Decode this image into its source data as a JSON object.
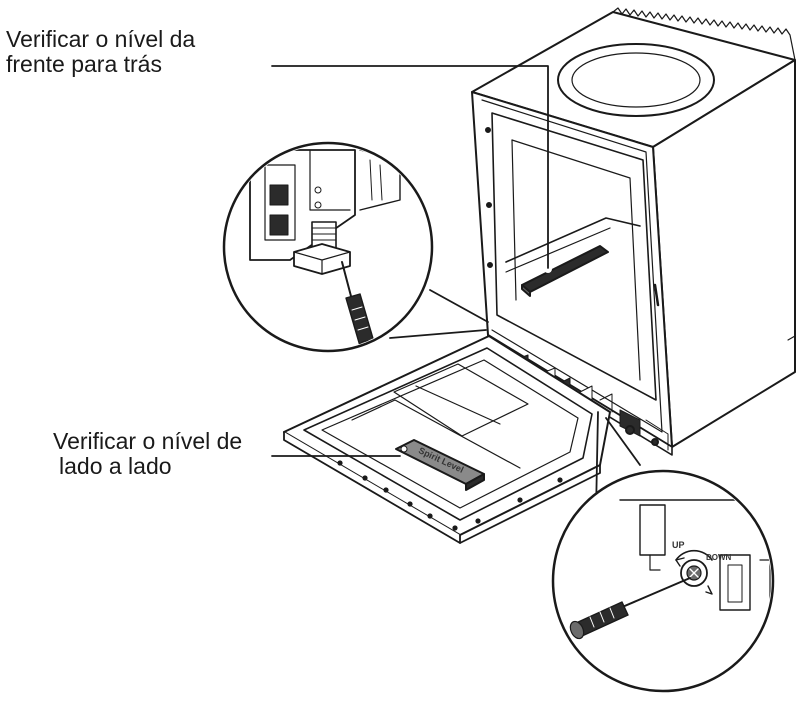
{
  "callouts": {
    "front_to_back": {
      "line1": "Verificar o nível da",
      "line2": "frente para trás"
    },
    "side_to_side": {
      "line1": "Verificar o nível de",
      "line2": "lado a lado"
    }
  },
  "spirit_level_label": "Spirit Level",
  "adjuster_labels": {
    "up": "UP",
    "down": "DOWN"
  },
  "colors": {
    "line": "#1a1a1a",
    "metal_dark": "#2b2b2b",
    "metal_mid": "#6b6b6b",
    "background": "#ffffff"
  }
}
